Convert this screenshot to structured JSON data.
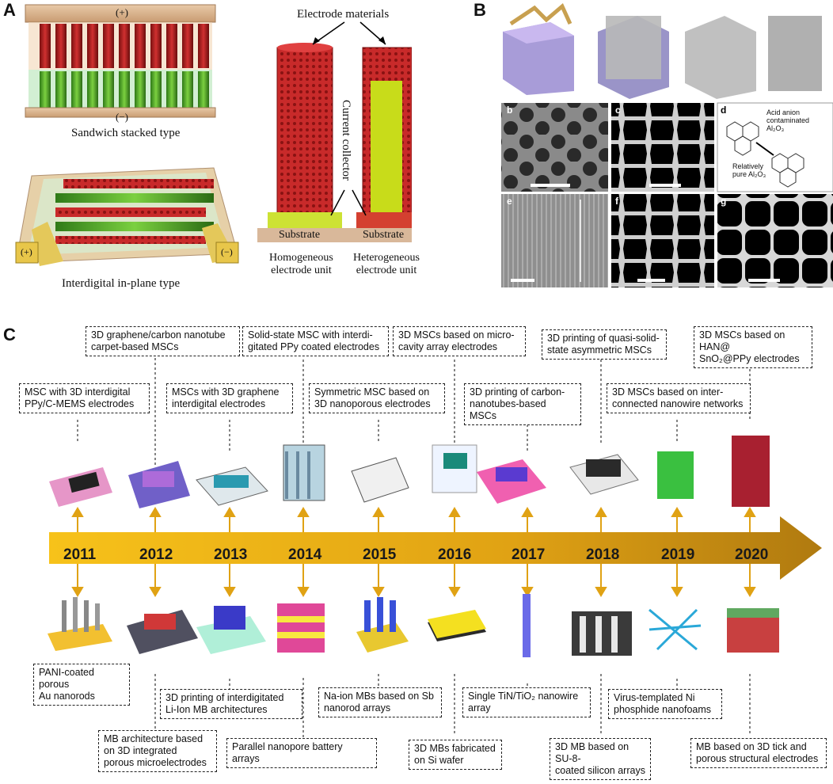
{
  "panel_a": {
    "letter": "A",
    "plus_top": "(+)",
    "minus_top": "(−)",
    "sandwich_label": "Sandwich stacked type",
    "plus_bottom": "(+)",
    "minus_bottom": "(−)",
    "interdigital_label": "Interdigital in-plane type",
    "electrode_materials": "Electrode materials",
    "current_collector": "Current collector",
    "substrate_left": "Substrate",
    "substrate_right": "Substrate",
    "homogeneous_label": "Homogeneous\nelectrode unit",
    "heterogeneous_label": "Heterogeneous\nelectrode unit"
  },
  "panel_b": {
    "letter": "B",
    "sub_b": "b",
    "sub_c": "c",
    "sub_d": "d",
    "sub_e": "e",
    "sub_f": "f",
    "sub_g": "g",
    "acid_label": "Acid anion\ncontaminated\nAl₂O₃",
    "pure_label": "Relatively\npure Al₂O₃"
  },
  "panel_c": {
    "letter": "C",
    "years": [
      "2011",
      "2012",
      "2013",
      "2014",
      "2015",
      "2016",
      "2017",
      "2018",
      "2019",
      "2020"
    ],
    "top_boxes": [
      "MSC with 3D interdigital\nPPy/C-MEMS electrodes",
      "3D graphene/carbon nanotube\ncarpet-based MSCs",
      "MSCs with 3D graphene\ninterdigital electrodes",
      "Solid-state MSC with interdi-\ngitated PPy coated electrodes",
      "Symmetric MSC based on\n3D nanoporous  electrodes",
      "3D MSCs based on micro-\ncavity array electrodes",
      "3D printing of carbon-\nnanotubes-based MSCs",
      "3D printing of quasi-solid-\nstate asymmetric MSCs",
      "3D MSCs based on inter-\nconnected nanowire networks",
      "3D MSCs based on HAN@\nSnO₂@PPy electrodes"
    ],
    "bottom_boxes": [
      "PANI-coated porous\nAu nanorods",
      "MB architecture  based\non 3D integrated\nporous microelectrodes",
      "3D printing of interdigitated\nLi-Ion MB architectures",
      "Parallel nanopore battery arrays",
      "Na-ion MBs based on Sb\nnanorod arrays",
      "3D MBs fabricated\non Si wafer",
      "Single TiN/TiO₂ nanowire\narray",
      "3D MB based on SU-8-\ncoated silicon arrays",
      "Virus-templated Ni\nphosphide nanofoams",
      "MB based on 3D tick and\nporous structural electrodes"
    ]
  }
}
